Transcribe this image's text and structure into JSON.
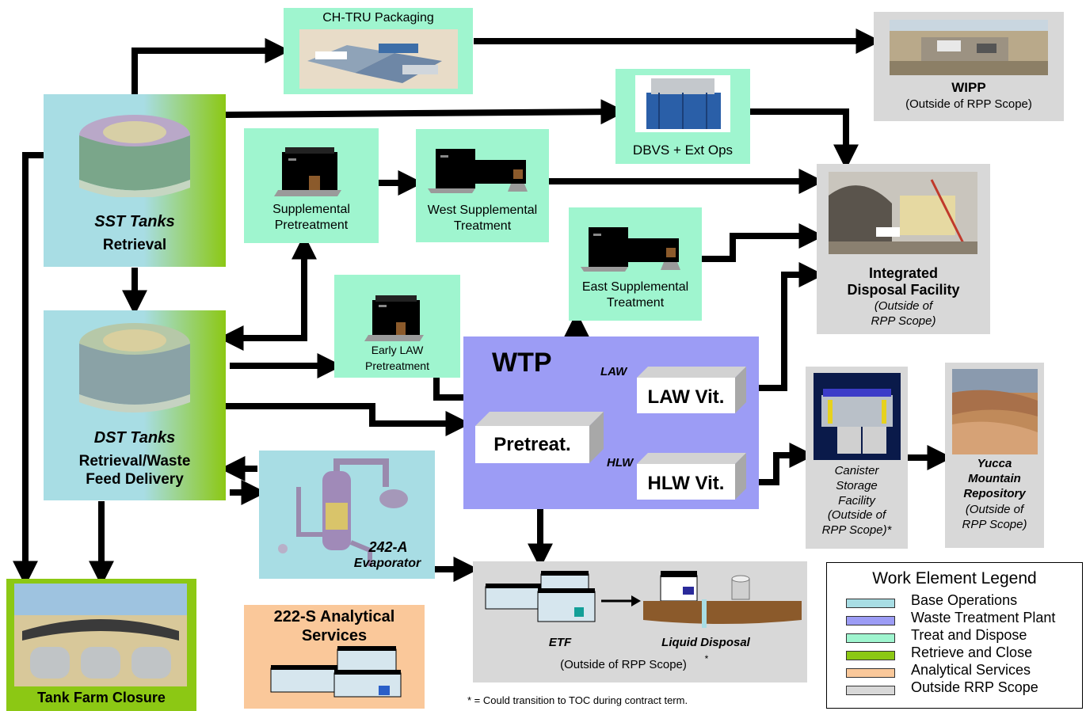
{
  "nodes": {
    "ch_tru": {
      "label": "CH-TRU Packaging"
    },
    "wipp": {
      "title": "WIPP",
      "note": "(Outside of RPP Scope)"
    },
    "dbvs": {
      "label": "DBVS + Ext Ops"
    },
    "sst": {
      "title": "SST Tanks",
      "subtitle": "Retrieval"
    },
    "dst": {
      "title": "DST Tanks",
      "subtitle_line1": "Retrieval/Waste",
      "subtitle_line2": "Feed Delivery"
    },
    "supp_pre": {
      "line1": "Supplemental",
      "line2": "Pretreatment"
    },
    "west_supp": {
      "line1": "West  Supplemental",
      "line2": "Treatment"
    },
    "east_supp": {
      "line1": "East Supplemental",
      "line2": "Treatment"
    },
    "early_law": {
      "line1": "Early LAW",
      "line2": "Pretreatment"
    },
    "idf": {
      "line1": "Integrated",
      "line2": "Disposal Facility",
      "note1": "(Outside of",
      "note2": "RPP Scope)"
    },
    "wtp": {
      "title": "WTP",
      "law_tag": "LAW",
      "hlw_tag": "HLW",
      "pretreat": "Pretreat.",
      "law_vit": "LAW Vit.",
      "hlw_vit": "HLW Vit."
    },
    "csf": {
      "line1": "Canister",
      "line2": "Storage",
      "line3": "Facility",
      "line4": "(Outside of",
      "line5": "RPP Scope)*"
    },
    "yucca": {
      "line1": "Yucca",
      "line2": "Mountain",
      "line3": "Repository",
      "line4": "(Outside of",
      "line5": "RPP Scope)"
    },
    "evap": {
      "line1": "242-A",
      "line2": "Evaporator"
    },
    "analytical": {
      "line1": "222-S Analytical",
      "line2": "Services"
    },
    "etf": {
      "etf": "ETF",
      "liquid": "Liquid Disposal",
      "note": "(Outside of RPP Scope)",
      "star": "*"
    },
    "closure": {
      "label": "Tank Farm Closure"
    }
  },
  "footnote": "* = Could transition to TOC during contract term.",
  "legend": {
    "title": "Work Element Legend",
    "items": [
      {
        "label": "Base Operations",
        "color": "#a8dde4"
      },
      {
        "label": "Waste Treatment Plant",
        "color": "#9c9cf5"
      },
      {
        "label": "Treat and Dispose",
        "color": "#9ff5cf"
      },
      {
        "label": "Retrieve and Close",
        "color": "#8cc814"
      },
      {
        "label": "Analytical Services",
        "color": "#fac89a"
      },
      {
        "label": "Outside RRP Scope",
        "color": "#d8d8d8"
      }
    ]
  },
  "colors": {
    "treat": "#9ff5cf",
    "base": "#a8dde4",
    "wtp": "#9c9cf5",
    "outside": "#d8d8d8",
    "analytical": "#fac89a",
    "green": "#8cc814"
  }
}
